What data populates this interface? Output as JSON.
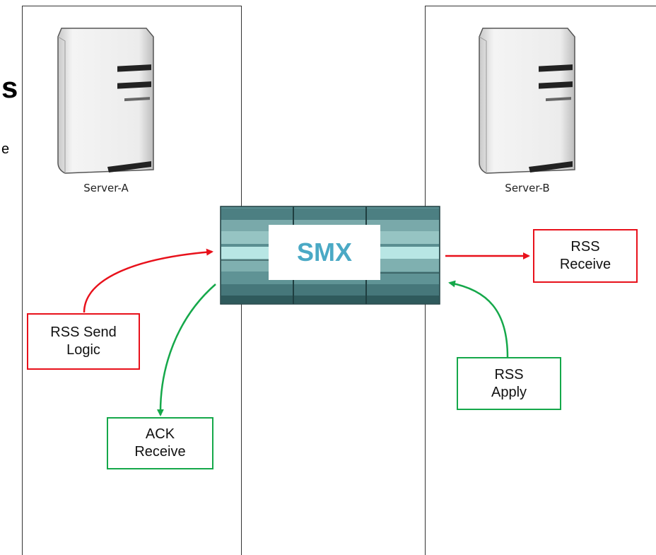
{
  "servers": {
    "a": {
      "label": "Server-A",
      "icon": "server-tower-icon"
    },
    "b": {
      "label": "Server-B",
      "icon": "server-tower-icon"
    }
  },
  "hub": {
    "label": "SMX"
  },
  "boxes": {
    "rss_send_logic": "RSS Send\nLogic",
    "ack_receive": "ACK\nReceive",
    "rss_receive": "RSS\nReceive",
    "rss_apply": "RSS\nApply"
  },
  "fragments": {
    "left_big": "s",
    "left_small": "e"
  },
  "colors": {
    "send_path": "#e8111b",
    "ack_path": "#15a84a",
    "hub_accent": "#4aa9c5",
    "hub_body": "#3c6e72"
  }
}
